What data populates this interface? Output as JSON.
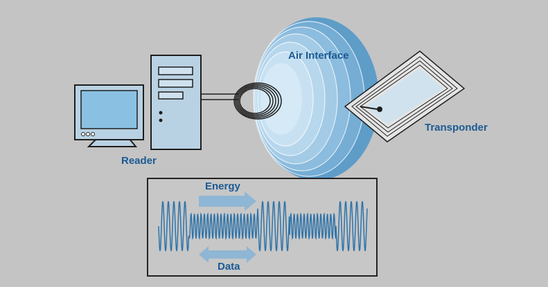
{
  "labels": {
    "reader": "Reader",
    "air_interface": "Air Interface",
    "transponder": "Transponder",
    "energy": "Energy",
    "data": "Data"
  },
  "icons": {
    "monitor": "computer-monitor-icon",
    "tower": "computer-tower-icon",
    "coil": "antenna-coil-icon",
    "waves": "radio-field-icon",
    "card": "rfid-tag-icon",
    "arrow_right": "arrow-right-icon",
    "arrow_both": "double-arrow-icon"
  },
  "colors": {
    "background": "#c4c4c4",
    "label": "#1c5a93",
    "field": "#6fa8cf",
    "device_fill": "#b9d2e3",
    "arrow": "#8fb6d4",
    "outline": "#1e1e1e"
  }
}
